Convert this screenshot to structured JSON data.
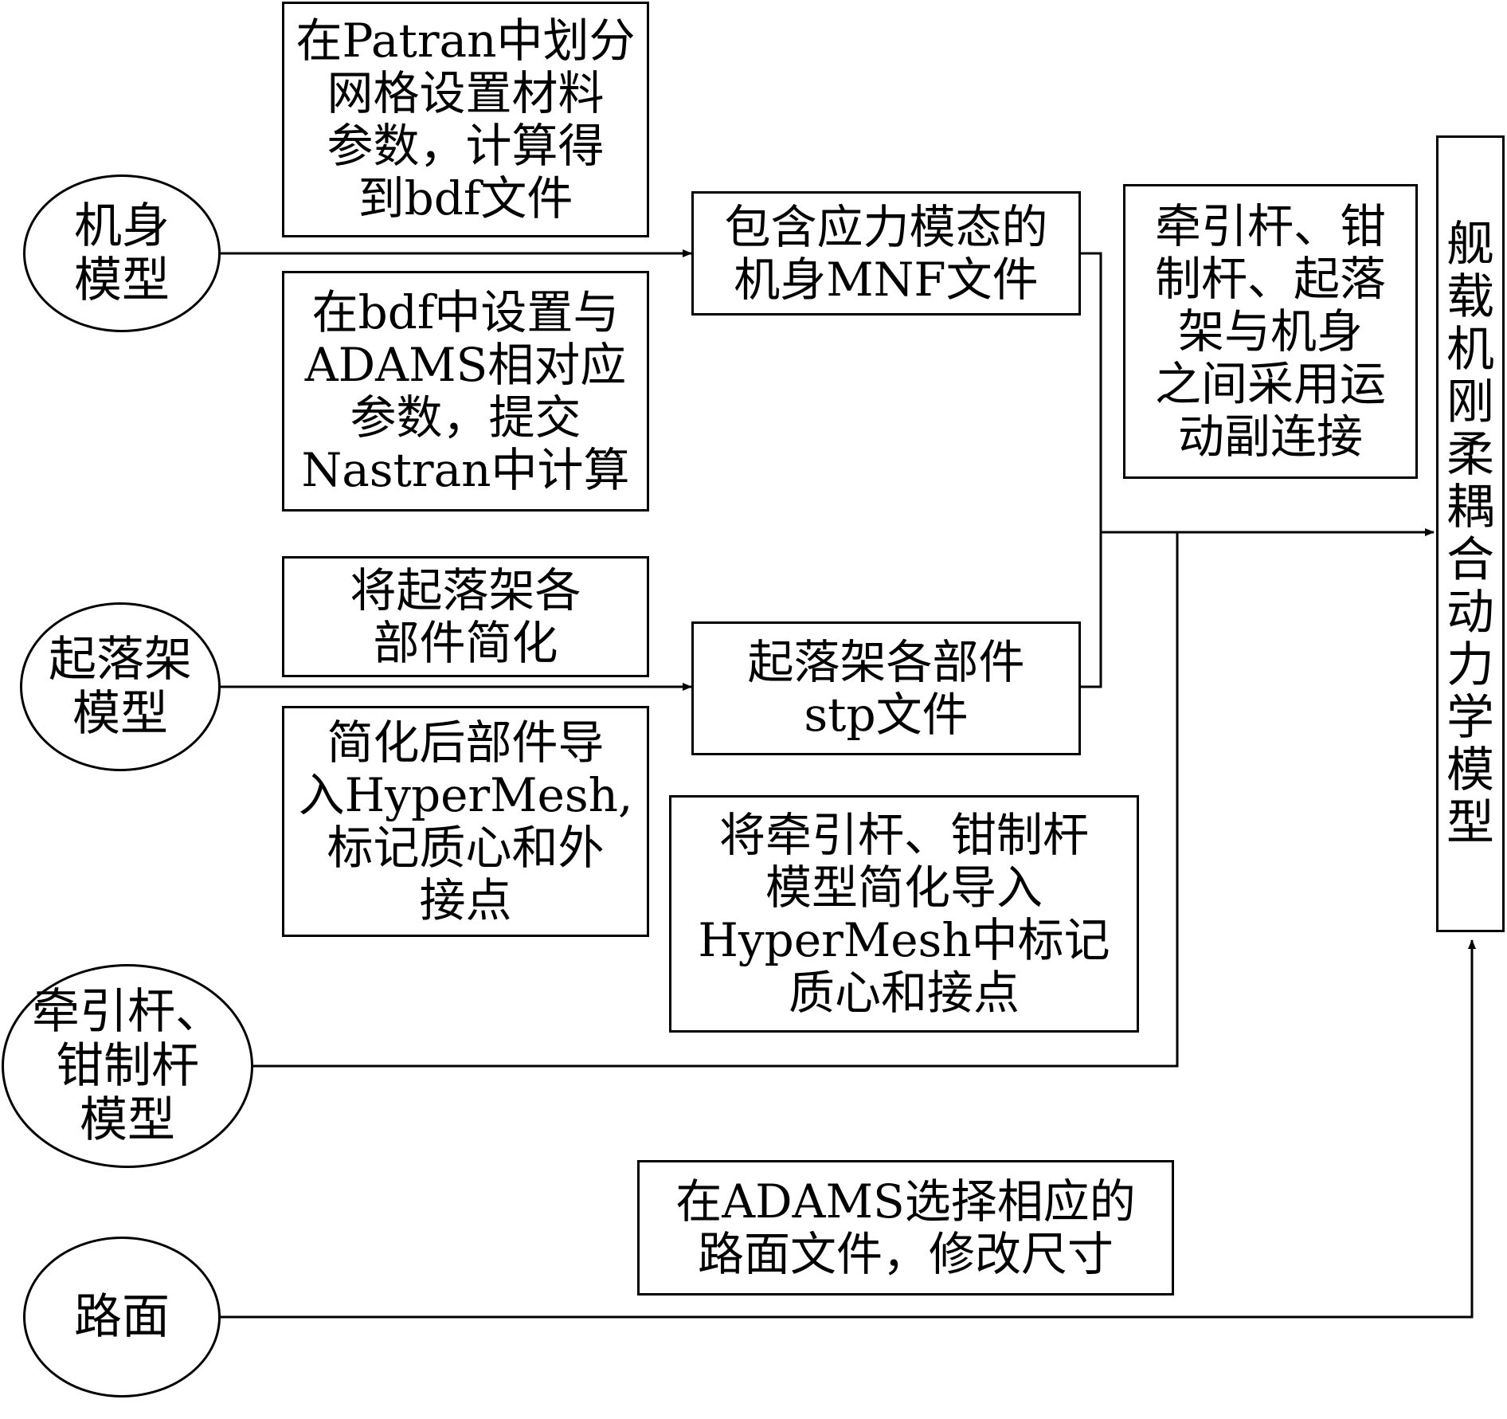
{
  "nodes": {
    "fuselage": "机身\n模型",
    "gear": "起落架\n模型",
    "rods": "牵引杆、\n钳制杆\n模型",
    "road": "路面"
  },
  "notes": {
    "patran": "在Patran中划分\n网格设置材料\n参数，计算得\n到bdf文件",
    "bdf": "在bdf中设置与\nADAMS相对应\n参数，提交\nNastran中计算",
    "simplify": "将起落架各\n部件简化",
    "hypermesh": "简化后部件导\n入HyperMesh,\n标记质心和外\n接点",
    "rods_hm": "将牵引杆、钳制杆\n模型简化导入\nHyperMesh中标记\n质心和接点",
    "road_file": "在ADAMS选择相应的\n路面文件，修改尺寸",
    "joints": "牵引杆、钳\n制杆、起落\n架与机身\n之间采用运\n动副连接"
  },
  "results": {
    "mnf": "包含应力模态的\n机身MNF文件",
    "stp": "起落架各部件\nstp文件",
    "final": "舰\n载\n机\n刚\n柔\n耦\n合\n动\n力\n学\n模\n型"
  }
}
